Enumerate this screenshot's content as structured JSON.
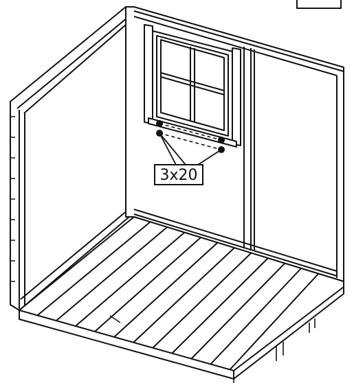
{
  "callout": {
    "label": "3x20",
    "screw_count": 3,
    "screw_length_mm": 20
  },
  "colors": {
    "ink": "#111111",
    "paper": "#ffffff"
  }
}
